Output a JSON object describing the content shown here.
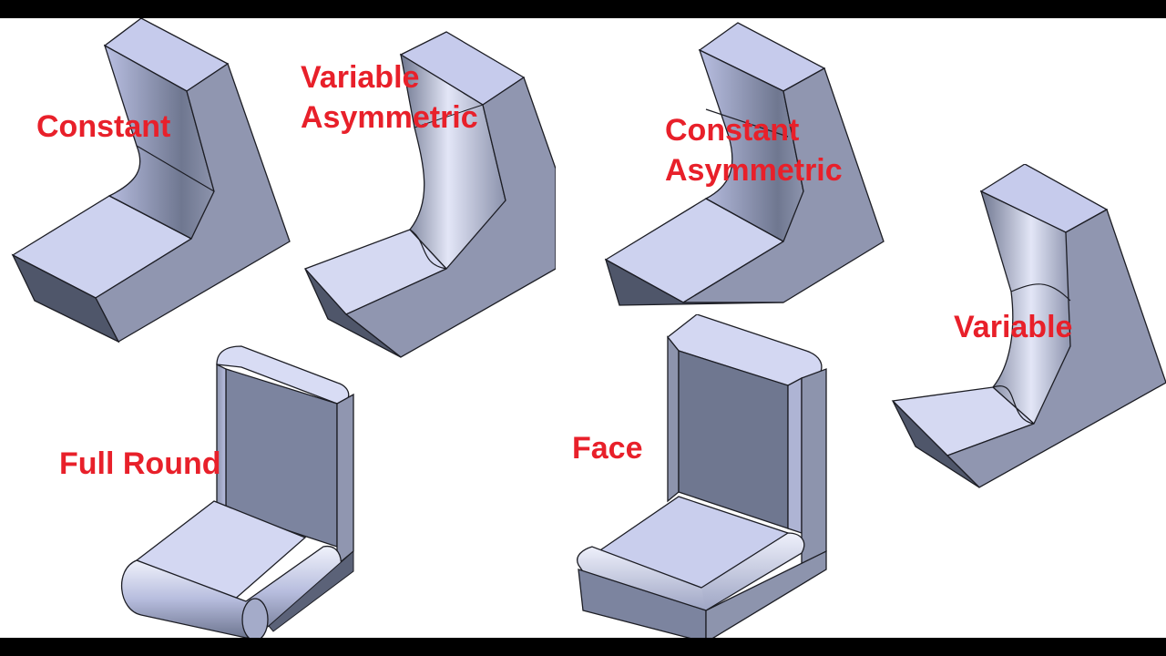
{
  "labels": {
    "constant": "Constant",
    "variable_asymmetric_1": "Variable",
    "variable_asymmetric_2": "Asymmetric",
    "constant_asymmetric_1": "Constant",
    "constant_asymmetric_2": "Asymmetric",
    "variable": "Variable",
    "full_round": "Full Round",
    "face": "Face"
  },
  "colors": {
    "label": "#e8202a",
    "face_light": "#cfd4f0",
    "face_mid": "#a9b0d4",
    "face_dark": "#7c849f",
    "face_shadow": "#4e566a",
    "edge": "#1c1d24"
  }
}
